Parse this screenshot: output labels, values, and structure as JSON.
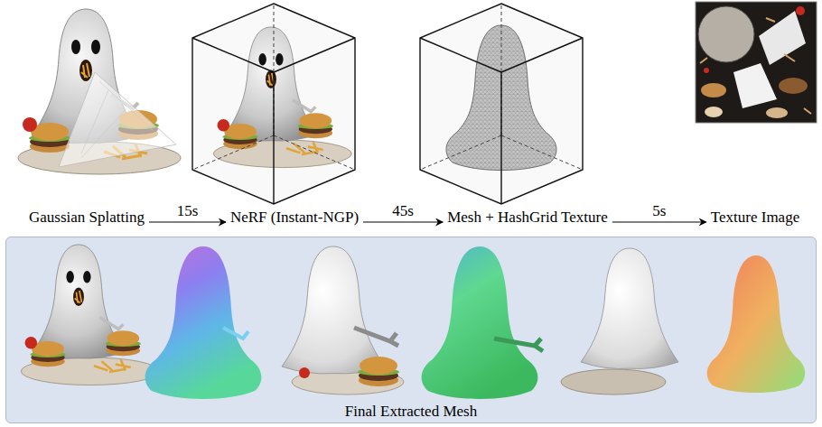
{
  "diagram": {
    "nodes": [
      {
        "text": [
          "Gaussian Splatting"
        ]
      },
      {
        "text": [
          "NeRF (Instant-NGP)"
        ]
      },
      {
        "text": [
          "Mesh + HashGrid Texture"
        ]
      },
      {
        "text": [
          "Texture Image"
        ]
      },
      {
        "text": [
          "Final Extracted Mesh"
        ]
      }
    ],
    "edges": [
      {
        "from": 0,
        "to": 1,
        "label": "15s",
        "arrow": "to"
      },
      {
        "from": 1,
        "to": 2,
        "label": "45s",
        "arrow": "to"
      },
      {
        "from": 2,
        "to": 3,
        "label": "5s",
        "arrow": "to"
      }
    ]
  }
}
